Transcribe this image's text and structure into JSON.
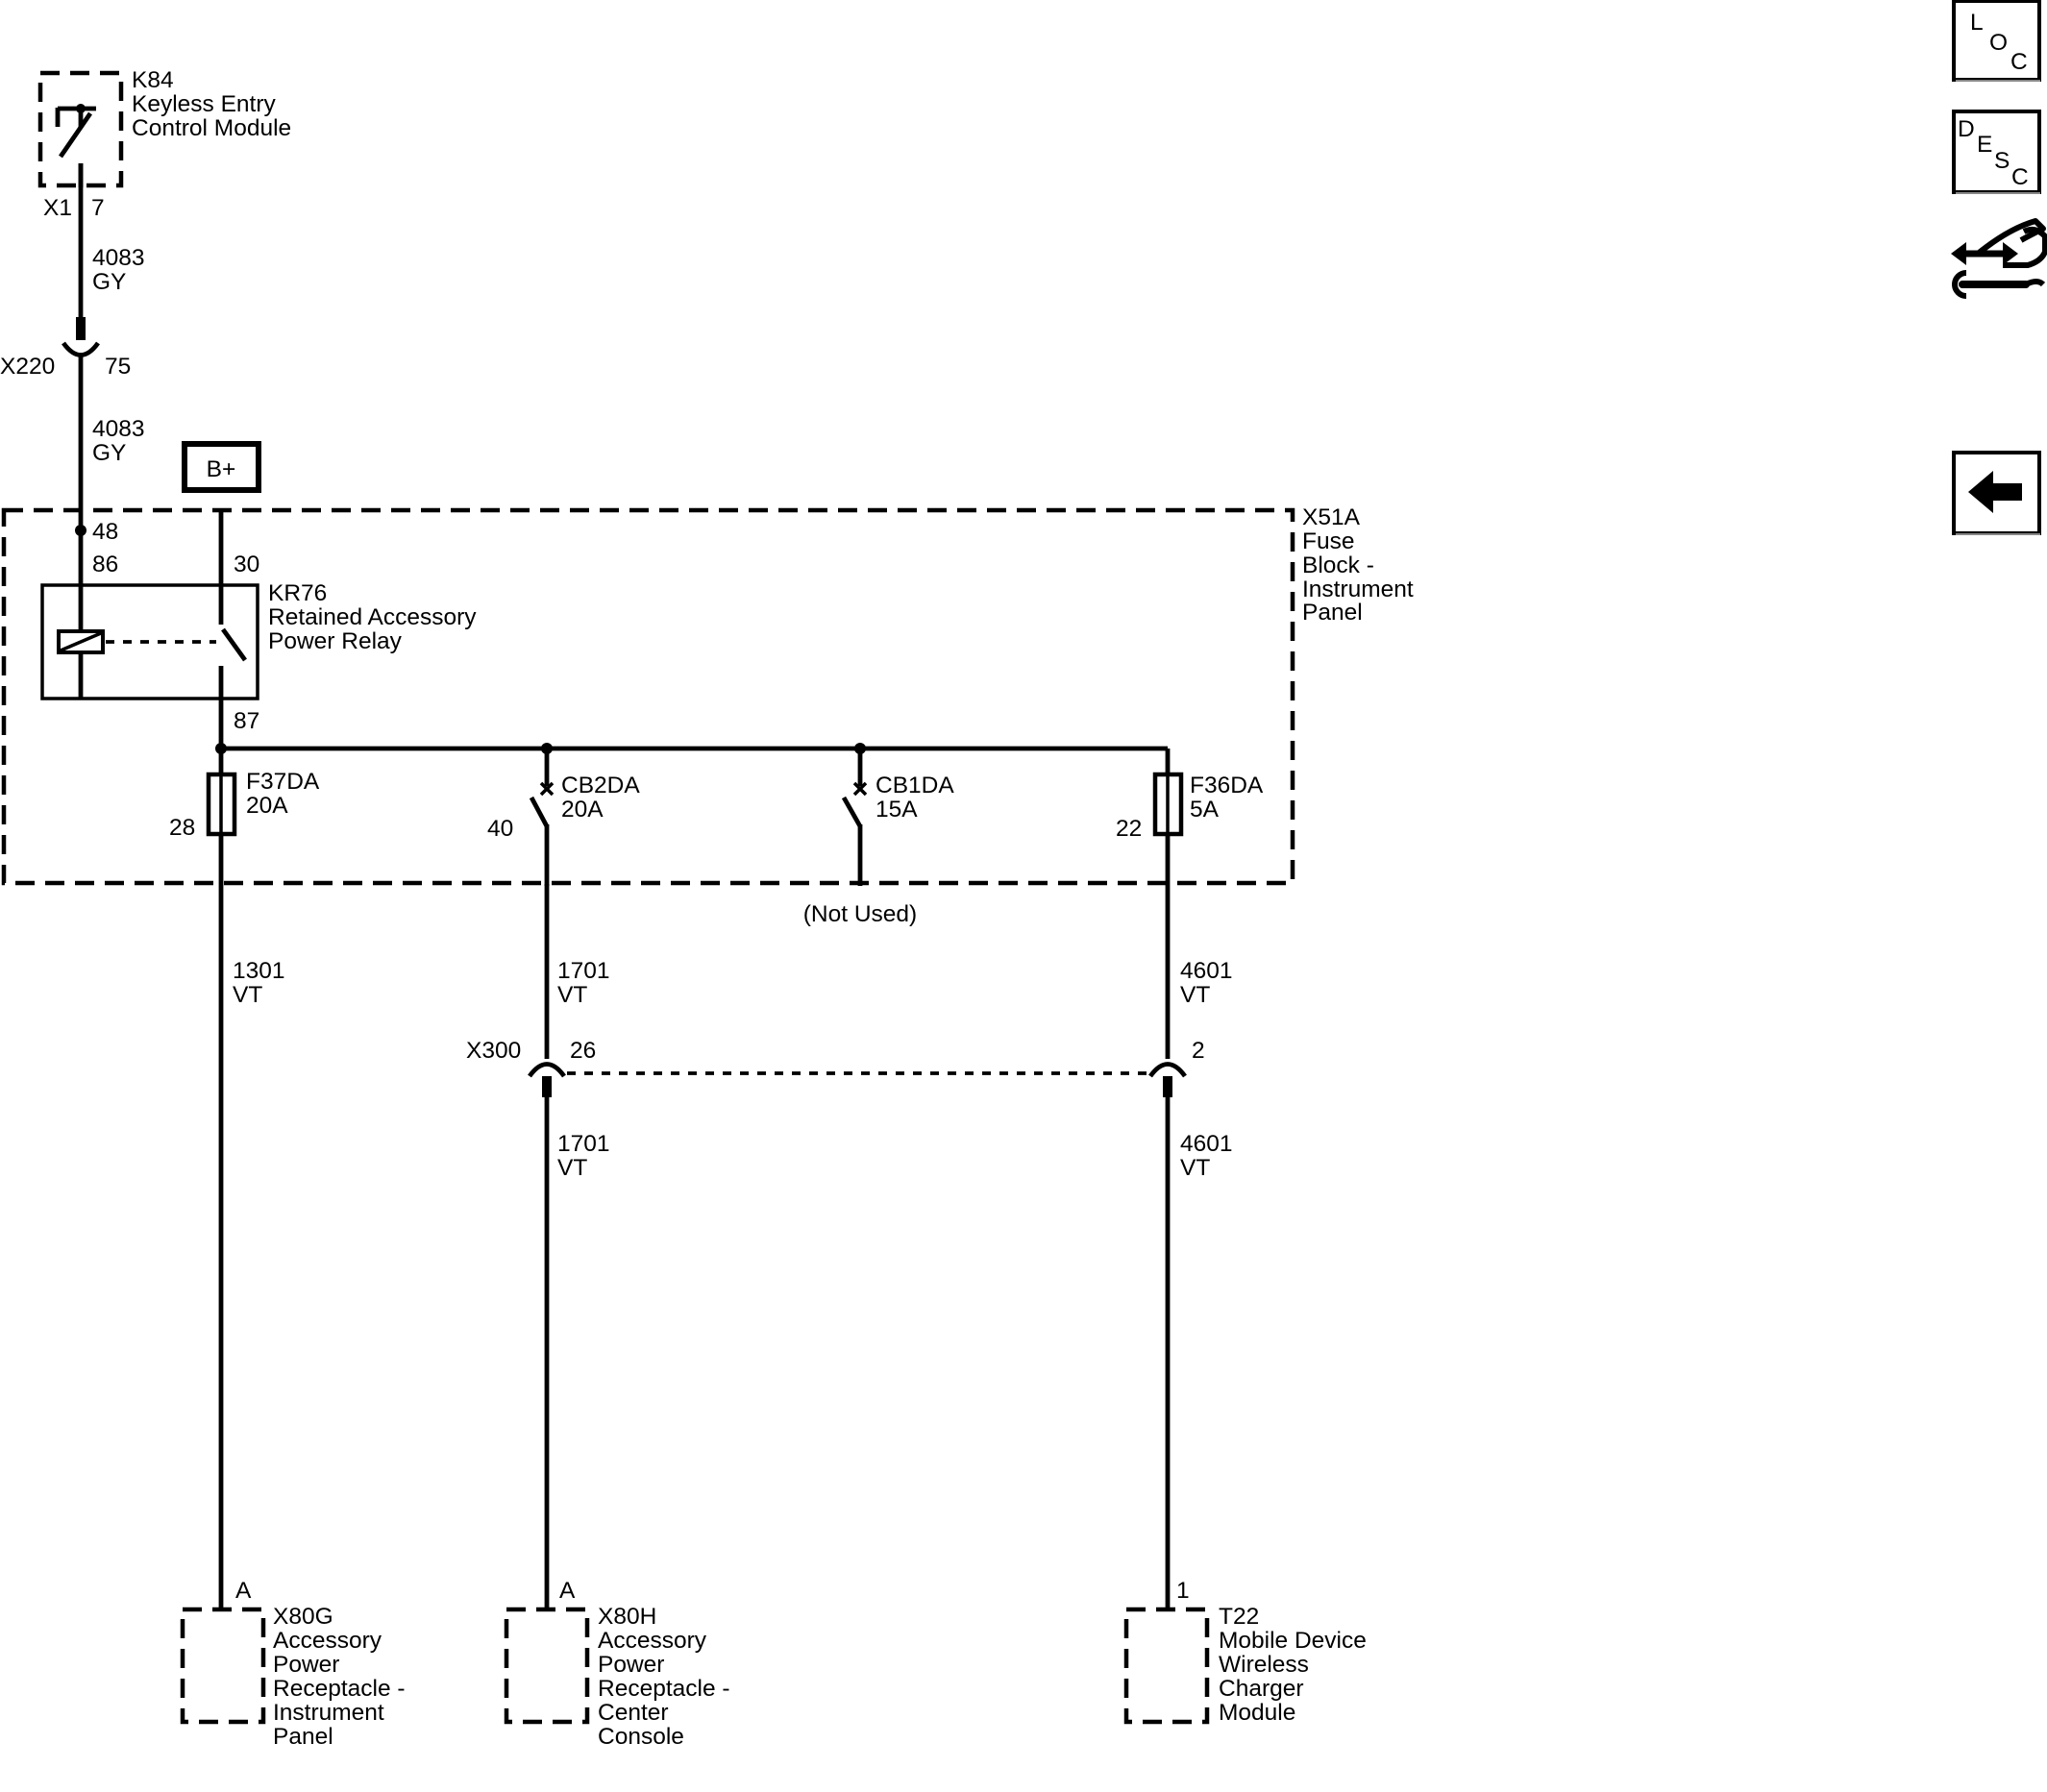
{
  "modules": {
    "k84": {
      "id": "K84",
      "line1": "Keyless Entry",
      "line2": "Control Module"
    },
    "x51a": {
      "id": "X51A",
      "line1": "Fuse",
      "line2": "Block -",
      "line3": "Instrument",
      "line4": "Panel"
    },
    "kr76": {
      "id": "KR76",
      "line1": "Retained Accessory",
      "line2": "Power Relay"
    },
    "x80g": {
      "id": "X80G",
      "line1": "Accessory",
      "line2": "Power",
      "line3": "Receptacle -",
      "line4": "Instrument",
      "line5": "Panel"
    },
    "x80h": {
      "id": "X80H",
      "line1": "Accessory",
      "line2": "Power",
      "line3": "Receptacle -",
      "line4": "Center",
      "line5": "Console"
    },
    "t22": {
      "id": "T22",
      "line1": "Mobile Device",
      "line2": "Wireless",
      "line3": "Charger",
      "line4": "Module"
    }
  },
  "power": {
    "label": "B+"
  },
  "connectors": {
    "x1": {
      "name": "X1",
      "pin": "7"
    },
    "x220": {
      "name": "X220",
      "pin": "75"
    },
    "x300": {
      "name": "X300",
      "pin_left": "26",
      "pin_right": "2"
    }
  },
  "pins": {
    "p48": "48",
    "p86": "86",
    "p30": "30",
    "p87": "87",
    "p28": "28",
    "p40": "40",
    "p22": "22",
    "x80g_pin": "A",
    "x80h_pin": "A",
    "t22_pin": "1"
  },
  "fuses": {
    "f37da": {
      "name": "F37DA",
      "rating": "20A"
    },
    "cb2da": {
      "name": "CB2DA",
      "rating": "20A"
    },
    "cb1da": {
      "name": "CB1DA",
      "rating": "15A",
      "note": "(Not Used)"
    },
    "f36da": {
      "name": "F36DA",
      "rating": "5A"
    }
  },
  "wires": {
    "w4083a": {
      "circuit": "4083",
      "color": "GY"
    },
    "w4083b": {
      "circuit": "4083",
      "color": "GY"
    },
    "w1301": {
      "circuit": "1301",
      "color": "VT"
    },
    "w1701a": {
      "circuit": "1701",
      "color": "VT"
    },
    "w1701b": {
      "circuit": "1701",
      "color": "VT"
    },
    "w4601a": {
      "circuit": "4601",
      "color": "VT"
    },
    "w4601b": {
      "circuit": "4601",
      "color": "VT"
    }
  },
  "nav": {
    "loc": {
      "l1": "L",
      "l2": "O",
      "l3": "C"
    },
    "desc": {
      "l1": "D",
      "l2": "E",
      "l3": "S",
      "l4": "C"
    },
    "connector_icon": "connector-repair-icon",
    "back_icon": "back-arrow-icon"
  }
}
